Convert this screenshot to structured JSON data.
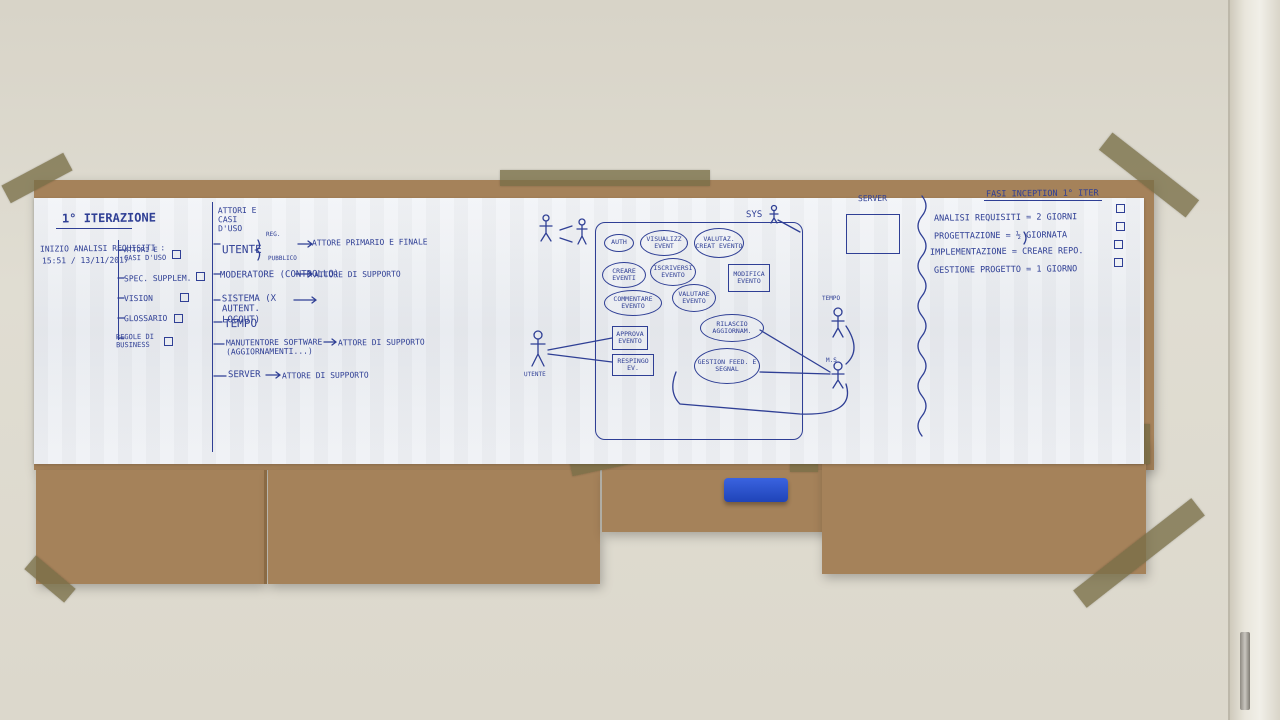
{
  "col1": {
    "title": "1° ITERAZIONE",
    "start": "INIZIO ANALISI REQUISITI :",
    "start_time": "15:51 / 13/11/2017",
    "items": [
      "ATTORI E CASI D'USO",
      "SPEC. SUPPLEM.",
      "VISION",
      "GLOSSARIO",
      "REGOLE DI BUSINESS"
    ]
  },
  "col2": {
    "title": "ATTORI E CASI D'USO",
    "rows": [
      {
        "actor": "UTENTE",
        "branch": [
          "REG.",
          "PUBBLICO"
        ],
        "role": "ATTORE PRIMARIO E FINALE"
      },
      {
        "actor": "MODERATORE (CONTROLLO)",
        "role": "ATTORE DI SUPPORTO"
      },
      {
        "actor": "SISTEMA (X AUTENT. LOGOUT)",
        "role": ""
      },
      {
        "actor": "TEMPO",
        "role": ""
      },
      {
        "actor": "MANUTENTORE SOFTWARE (AGGIORNAMENTI...)",
        "role": "ATTORE DI SUPPORTO"
      },
      {
        "actor": "SERVER",
        "role": "ATTORE DI SUPPORTO"
      }
    ]
  },
  "diagram": {
    "system_label": "SYS",
    "server_label": "SERVER",
    "tempo_label": "TEMPO",
    "ms_label": "M.S",
    "utente_label": "UTENTE",
    "use_cases": {
      "auth": "AUTH",
      "visualizza": "VISUALIZZ EVENT",
      "valutaz": "VALUTAZ. CREAT EVENTO",
      "creare": "CREARE EVENTI",
      "iscrivere": "ISCRIVERSI EVENTO",
      "modifica": "MODIFICA EVENTO",
      "commentare": "COMMENTARE EVENTO",
      "valutare": "VALUTARE EVENTO",
      "approva": "APPROVA EVENTO",
      "rilascio": "RILASCIO AGGIORNAM.",
      "respingo": "RESPINGO EV.",
      "gestione": "GESTION FEED. E SEGNAL"
    }
  },
  "col4": {
    "title": "FASI INCEPTION 1° ITER",
    "tasks": [
      "ANALISI REQUISITI = 2 GIORNI",
      "PROGETTAZIONE = ½ GIORNATA",
      "IMPLEMENTAZIONE = CREARE REPO.",
      "GESTIONE PROGETTO = 1 GIORNO"
    ]
  }
}
